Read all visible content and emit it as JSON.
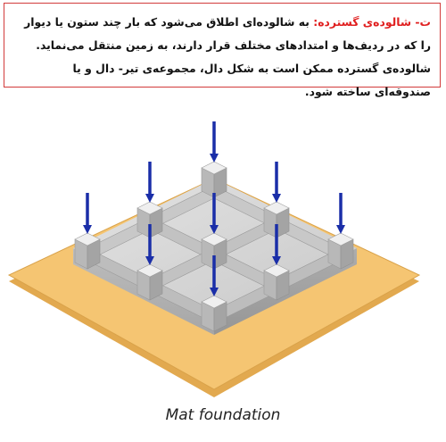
{
  "definition": {
    "label": "ت- شالوده‌ی گسترده:",
    "text": "به شالوده‌ای اطلاق می‌شود که بار چند ستون یا دیوار را که در ردیف‌ها و امتدادهای مختلف قرار دارند، به زمین منتقل می‌نماید. شالوده‌ی گسترده ممکن است به شکل دال، مجموعه‌ی تیر- دال و یا صندوقه‌ای ساخته شود."
  },
  "figure": {
    "caption": "Mat foundation",
    "colors": {
      "soil": "#f5c572",
      "slab_top": "#d6d6d6",
      "slab_front": "#b3b3b3",
      "arrow": "#1a2ea8",
      "border": "#d23b3b"
    }
  }
}
